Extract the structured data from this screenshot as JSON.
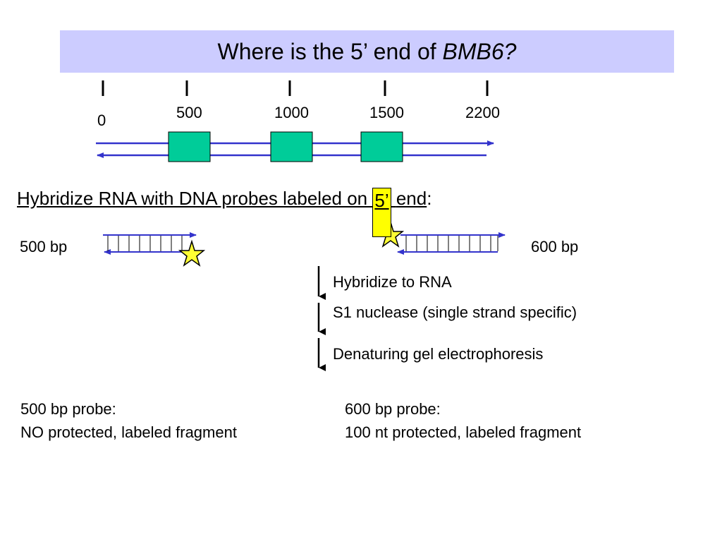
{
  "title": {
    "prefix": "Where is the 5’ end of ",
    "gene": "BMB6?"
  },
  "map": {
    "ticks": [
      {
        "label": "0",
        "value": 0
      },
      {
        "label": "500",
        "value": 500
      },
      {
        "label": "1000",
        "value": 1000
      },
      {
        "label": "1500",
        "value": 1500
      },
      {
        "label": "2200",
        "value": 2200
      }
    ],
    "exon_color": "#00cc99",
    "strand_color": "#3333cc"
  },
  "hybridize": {
    "before": "Hybridize RNA with DNA probes labeled on ",
    "highlight": "5’",
    "space": " ",
    "end": "end",
    "colon": ":"
  },
  "probes": {
    "left_label": "500 bp",
    "right_label": "600 bp",
    "star_color": "#ffff33"
  },
  "steps": [
    {
      "label": "Hybridize to RNA"
    },
    {
      "label": "S1 nuclease (single strand specific)"
    },
    {
      "label": "Denaturing gel electrophoresis"
    }
  ],
  "results": {
    "left": {
      "heading": "500 bp probe:",
      "detail": "NO protected, labeled fragment"
    },
    "right": {
      "heading": "600 bp probe:",
      "detail": "100 nt protected, labeled fragment"
    }
  }
}
